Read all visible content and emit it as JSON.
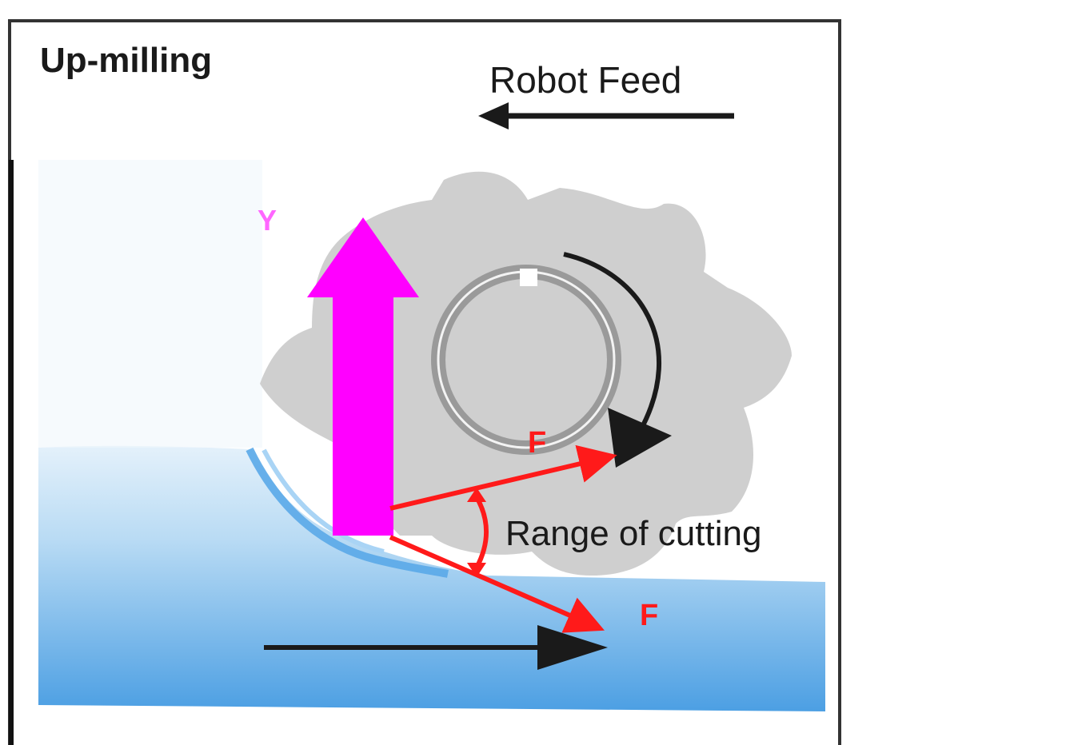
{
  "title": "Up-milling",
  "feed_label": "Robot Feed",
  "y_label": "Y",
  "force_label_upper": "F",
  "force_label_lower": "F",
  "range_label": "Range of cutting",
  "colors": {
    "frame": "#333333",
    "workpiece_light": "#d6e9f8",
    "workpiece_dark": "#4a9be0",
    "cutter": "#cfcfcf",
    "y_arrow": "#ff00ff",
    "force_arrow": "#ff1a1a",
    "feed_arrow": "#1a1a1a",
    "chip": "#5aa8e8",
    "text": "#1a1a1a"
  },
  "icons": {
    "cutter": "milling-cutter-icon",
    "rotation": "rotation-arrow-icon"
  }
}
